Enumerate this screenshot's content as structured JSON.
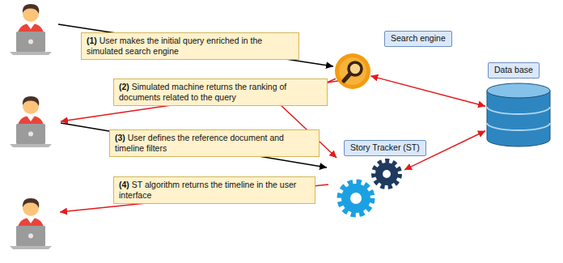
{
  "diagram": {
    "nodes": [
      {
        "text": [
          "(1) User makes the initial query enriched in the simulated search engine"
        ]
      },
      {
        "text": [
          "(2) Simulated machine returns the ranking of documents related to the query"
        ]
      },
      {
        "text": [
          "(3) User defines the reference document and timeline filters"
        ]
      },
      {
        "text": [
          "(4) ST algorithm returns the timeline in the user interface"
        ]
      },
      {
        "text": [
          "Search engine"
        ]
      },
      {
        "text": [
          "Story Tracker (ST)"
        ]
      },
      {
        "text": [
          "Data base"
        ]
      }
    ],
    "edges": [
      {
        "from": 4,
        "to": 5,
        "arrow": "to"
      },
      {
        "from": 4,
        "to": 6,
        "arrow": "both"
      },
      {
        "from": 5,
        "to": 6,
        "arrow": "both"
      }
    ]
  }
}
